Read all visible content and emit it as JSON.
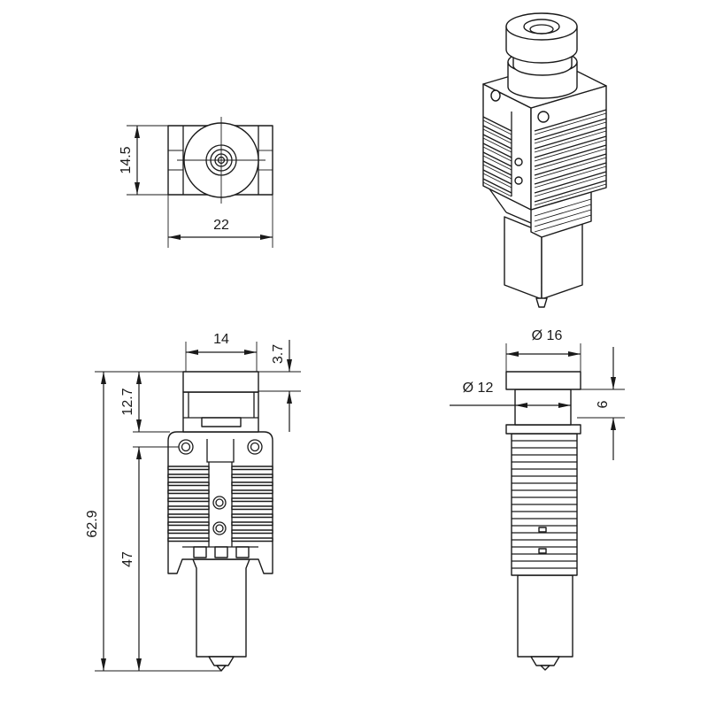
{
  "top_view": {
    "depth_dimension": "14.5",
    "width_dimension": "22"
  },
  "front_view": {
    "collar_width_dimension": "14",
    "collar_height_dimension": "3.7",
    "neck_height_dimension": "12.7",
    "overall_height_dimension": "62.9",
    "body_height_dimension": "47"
  },
  "side_view": {
    "collar_diameter_dimension": "Ø 16",
    "neck_diameter_dimension": "Ø 12",
    "neck_length_dimension": "6"
  }
}
